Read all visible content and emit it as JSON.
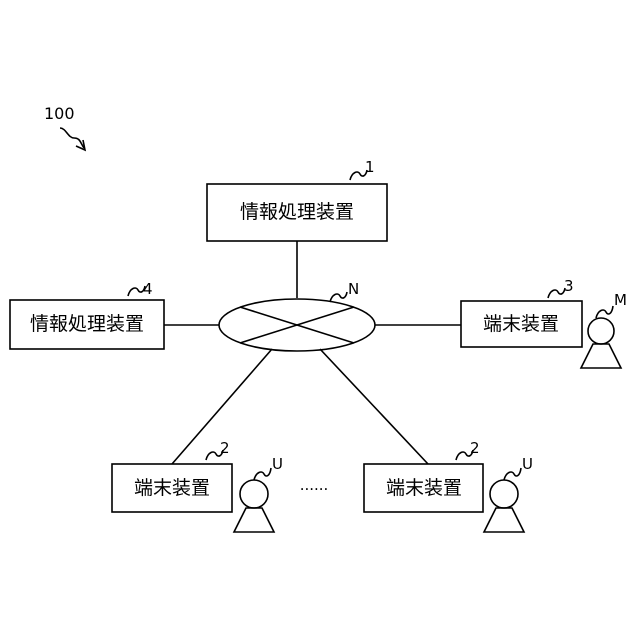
{
  "figure": {
    "label": "100"
  },
  "network": {
    "ref": "N"
  },
  "nodes": {
    "server1": {
      "text": "情報処理装置",
      "ref": "1"
    },
    "server4": {
      "text": "情報処理装置",
      "ref": "4"
    },
    "terminal3": {
      "text": "端末装置",
      "ref": "3"
    },
    "terminal2a": {
      "text": "端末装置",
      "ref": "2"
    },
    "terminal2b": {
      "text": "端末装置",
      "ref": "2"
    }
  },
  "users": {
    "manager": {
      "label": "M"
    },
    "user_a": {
      "label": "U"
    },
    "user_b": {
      "label": "U"
    }
  },
  "ellipsis": "......"
}
